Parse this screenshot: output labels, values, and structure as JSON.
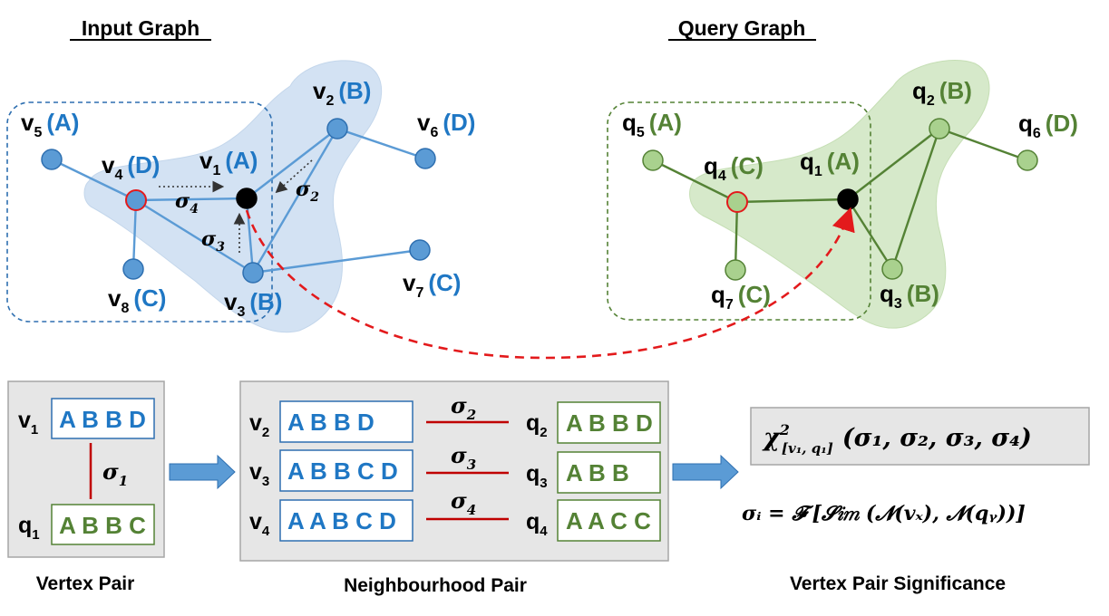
{
  "titles": {
    "input_graph": "Input Graph",
    "query_graph": "Query Graph"
  },
  "input_graph": {
    "nodes": [
      {
        "name": "v",
        "sub": "1",
        "label": "(A)"
      },
      {
        "name": "v",
        "sub": "2",
        "label": "(B)"
      },
      {
        "name": "v",
        "sub": "3",
        "label": "(B)"
      },
      {
        "name": "v",
        "sub": "4",
        "label": "(D)"
      },
      {
        "name": "v",
        "sub": "5",
        "label": "(A)"
      },
      {
        "name": "v",
        "sub": "6",
        "label": "(D)"
      },
      {
        "name": "v",
        "sub": "7",
        "label": "(C)"
      },
      {
        "name": "v",
        "sub": "8",
        "label": "(C)"
      }
    ],
    "sigmas": [
      {
        "sym": "σ",
        "sub": "2"
      },
      {
        "sym": "σ",
        "sub": "3"
      },
      {
        "sym": "σ",
        "sub": "4"
      }
    ]
  },
  "query_graph": {
    "nodes": [
      {
        "name": "q",
        "sub": "1",
        "label": "(A)"
      },
      {
        "name": "q",
        "sub": "2",
        "label": "(B)"
      },
      {
        "name": "q",
        "sub": "3",
        "label": "(B)"
      },
      {
        "name": "q",
        "sub": "4",
        "label": "(C)"
      },
      {
        "name": "q",
        "sub": "5",
        "label": "(A)"
      },
      {
        "name": "q",
        "sub": "6",
        "label": "(D)"
      },
      {
        "name": "q",
        "sub": "7",
        "label": "(C)"
      }
    ]
  },
  "vertex_pair": {
    "top": {
      "name": "v",
      "sub": "1",
      "seq": "A B B D"
    },
    "bottom": {
      "name": "q",
      "sub": "1",
      "seq": "A B B C"
    },
    "sigma": {
      "sym": "σ",
      "sub": "1"
    },
    "caption": "Vertex Pair"
  },
  "neighbourhood_pair": {
    "rows": [
      {
        "left_name": "v",
        "left_sub": "2",
        "left_seq": "A B B D",
        "sigma": "σ",
        "sigma_sub": "2",
        "right_name": "q",
        "right_sub": "2",
        "right_seq": "A B B D"
      },
      {
        "left_name": "v",
        "left_sub": "3",
        "left_seq": "A B B C D",
        "sigma": "σ",
        "sigma_sub": "3",
        "right_name": "q",
        "right_sub": "3",
        "right_seq": "A B B"
      },
      {
        "left_name": "v",
        "left_sub": "4",
        "left_seq": "A A B C D",
        "sigma": "σ",
        "sigma_sub": "4",
        "right_name": "q",
        "right_sub": "4",
        "right_seq": "A A C C"
      }
    ],
    "caption": "Neighbourhood Pair"
  },
  "significance": {
    "chi": "χ",
    "chi_sup": "2",
    "chi_sub": "[v₁, q₁]",
    "args": "(σ₁, σ₂, σ₃, σ₄)",
    "formula_lhs": "σᵢ = 𝓕",
    "formula_rhs": "[𝓢𝑖𝑚 (𝓝(vₓ), 𝓝(qᵧ))]",
    "caption": "Vertex Pair Significance"
  },
  "colors": {
    "input_blue": "#1f77c4",
    "node_blue": "#5b9bd5",
    "query_green": "#548235",
    "node_green": "#a9d18e",
    "red": "#e31a1c",
    "panel_gray": "#e6e6e6"
  }
}
